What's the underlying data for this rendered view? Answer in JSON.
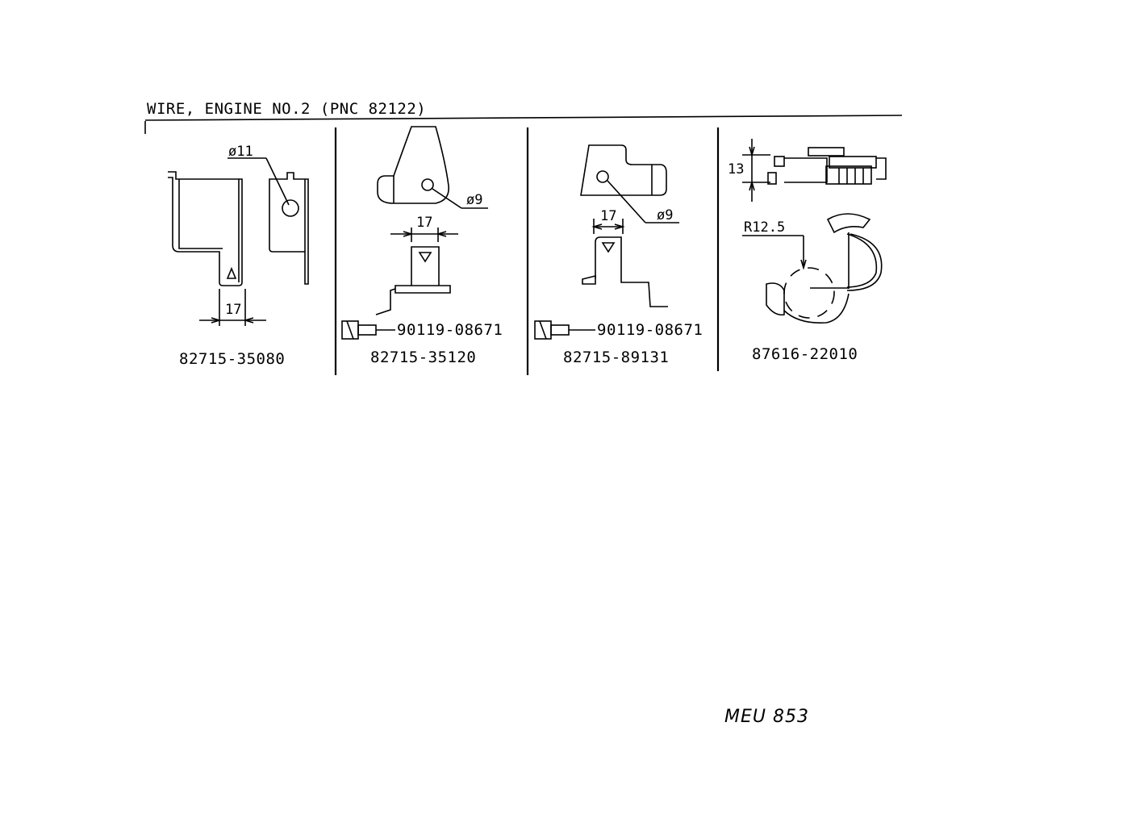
{
  "title": "WIRE, ENGINE NO.2 (PNC 82122)",
  "panels": [
    {
      "part_number": "82715-35080",
      "dimensions": {
        "diameter": "ø11",
        "width": "17"
      }
    },
    {
      "part_number": "82715-35120",
      "dimensions": {
        "diameter": "ø9",
        "width": "17"
      },
      "bolt_part_number": "90119-08671"
    },
    {
      "part_number": "82715-89131",
      "dimensions": {
        "diameter": "ø9",
        "width": "17"
      },
      "bolt_part_number": "90119-08671"
    },
    {
      "part_number": "87616-22010",
      "dimensions": {
        "height": "13",
        "radius": "R12.5"
      }
    }
  ],
  "handwritten_note": "MEU 853",
  "colors": {
    "ink": "#000000",
    "paper": "#ffffff"
  }
}
